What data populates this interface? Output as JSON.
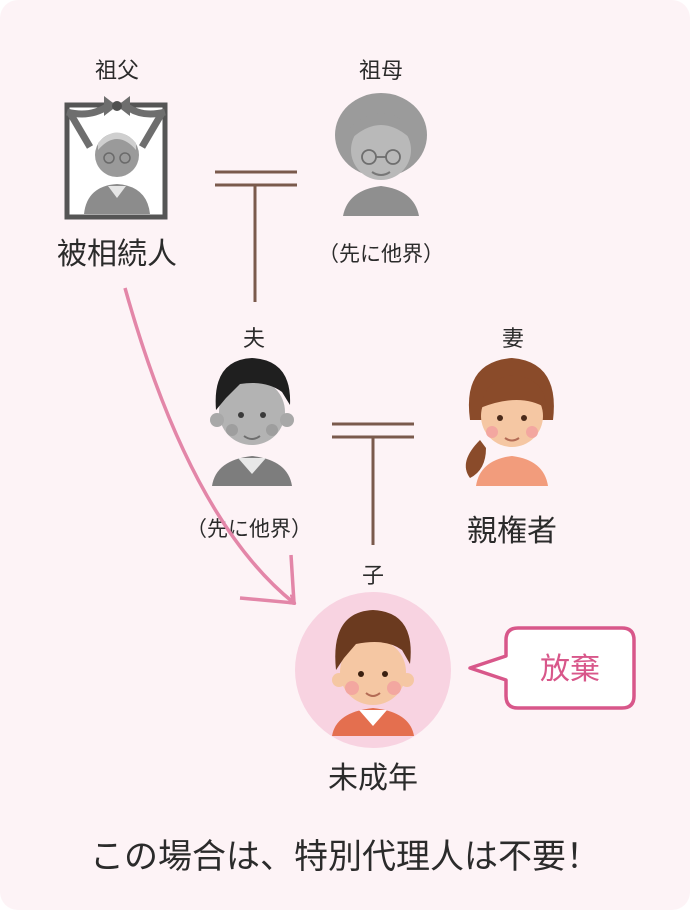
{
  "people": {
    "grandfather": {
      "relation": "祖父",
      "caption": "被相続人"
    },
    "grandmother": {
      "relation": "祖母",
      "caption": "（先に他界）"
    },
    "husband": {
      "relation": "夫",
      "caption": "（先に他界）"
    },
    "wife": {
      "relation": "妻",
      "caption": "親権者"
    },
    "child": {
      "relation": "子",
      "caption": "未成年"
    }
  },
  "speech_bubble": {
    "text": "放棄"
  },
  "footer": {
    "text": "この場合は、特別代理人は不要！"
  },
  "colors": {
    "background": "#fdf3f6",
    "accent_pink": "#d8578a",
    "arrow_pink": "#e386a8",
    "connector_brown": "#7a5a4c",
    "child_circle": "#f8d3e1"
  },
  "icons": [
    "memorial-portrait-icon",
    "grandmother-icon",
    "husband-icon",
    "wife-icon",
    "child-icon"
  ]
}
